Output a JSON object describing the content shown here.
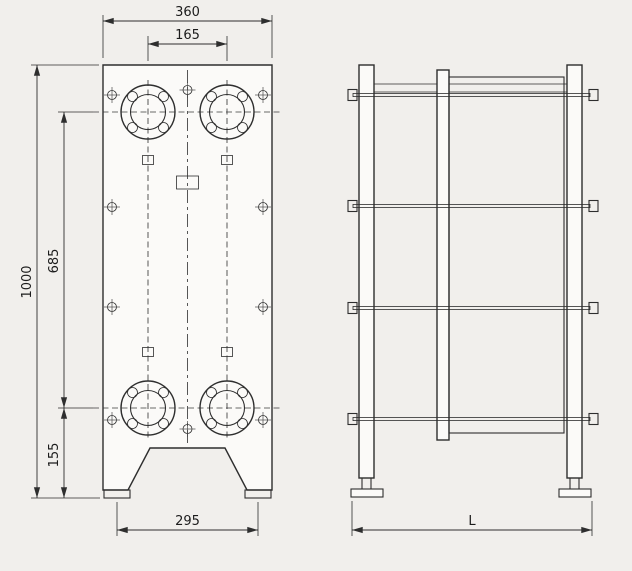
{
  "dimensions": {
    "overall_width": "360",
    "port_horizontal_spacing": "165",
    "overall_height": "1000",
    "port_vertical_spacing": "685",
    "lower_port_to_base": "155",
    "foot_spacing": "295",
    "pack_length": "L"
  },
  "colors": {
    "background": "#f1efec",
    "line": "#2e2e2e",
    "plate_fill": "#fbfaf8"
  }
}
